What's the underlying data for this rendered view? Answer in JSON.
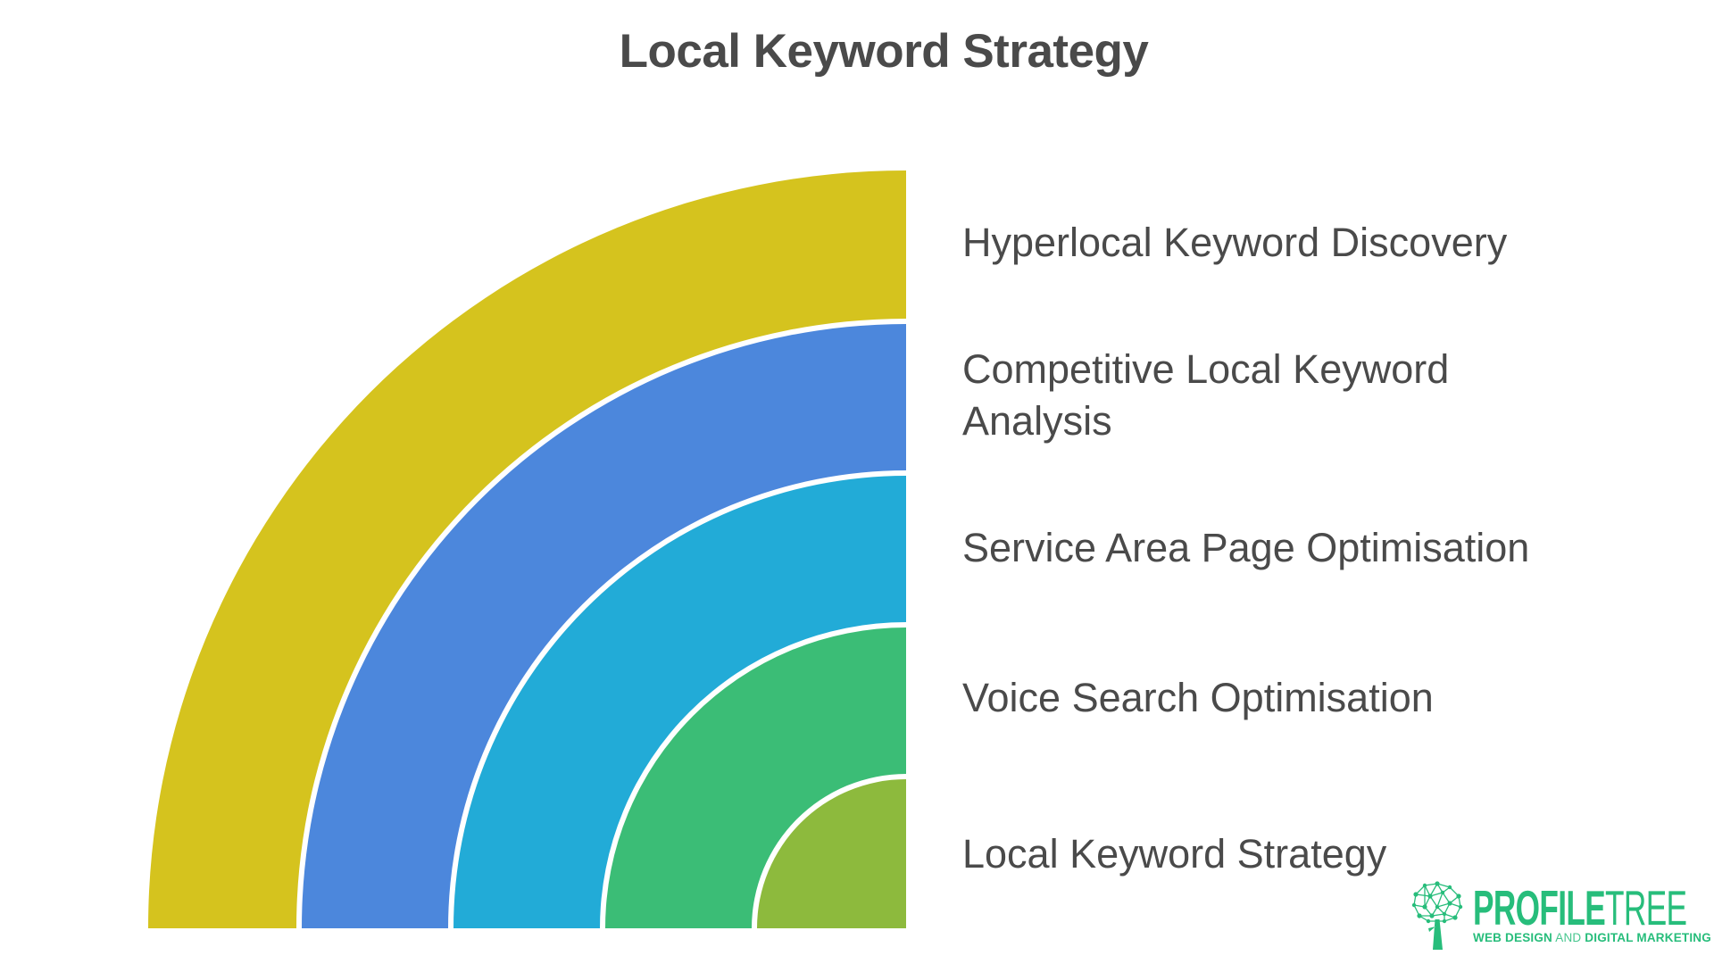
{
  "title": "Local Keyword Strategy",
  "diagram": {
    "type": "concentric-quarter-rings",
    "label_color": "#4a4a4a",
    "separator_color": "#ffffff",
    "rings": [
      {
        "label": "Hyperlocal Keyword Discovery",
        "color": "#d5c31e"
      },
      {
        "label": "Competitive Local Keyword\nAnalysis",
        "color": "#4c87dc"
      },
      {
        "label": "Service Area Page Optimisation",
        "color": "#22abd7"
      },
      {
        "label": "Voice Search Optimisation",
        "color": "#3bbd76"
      },
      {
        "label": "Local Keyword Strategy",
        "color": "#8dba3d"
      }
    ]
  },
  "logo": {
    "green": "#27bd7b",
    "brand_bold": "PROFILE",
    "brand_light": "TREE",
    "tagline_bold_1": "WEB DESIGN",
    "tagline_light": "AND",
    "tagline_bold_2": "DIGITAL MARKETING",
    "icon": "network-tree-icon"
  }
}
